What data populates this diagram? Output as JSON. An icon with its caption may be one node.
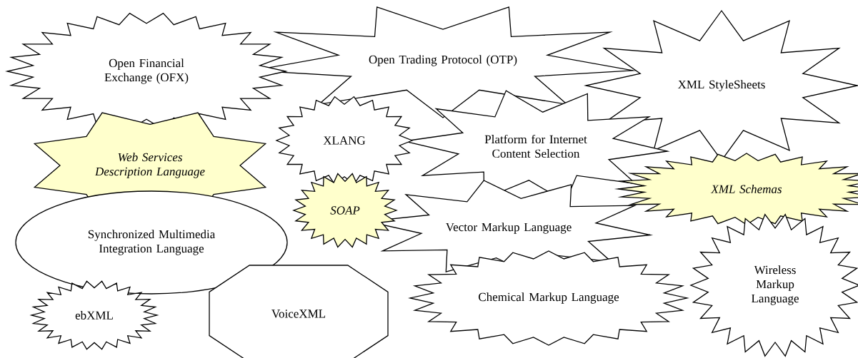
{
  "diagram": {
    "nodes": [
      {
        "text": [
          "Open Financial Exchange (OFX)"
        ]
      },
      {
        "text": [
          "Open Trading Protocol (OTP)"
        ]
      },
      {
        "text": [
          "XML StyleSheets"
        ]
      },
      {
        "text": [
          "Web Services Description Language"
        ]
      },
      {
        "text": [
          "XLANG"
        ]
      },
      {
        "text": [
          "Platform for Internet Content Selection"
        ]
      },
      {
        "text": [
          "XML Schemas"
        ]
      },
      {
        "text": [
          "SOAP"
        ]
      },
      {
        "text": [
          "Synchronized Multimedia Integration Language"
        ]
      },
      {
        "text": [
          "Vector Markup Language"
        ]
      },
      {
        "text": [
          "Wireless Markup Language"
        ]
      },
      {
        "text": [
          "ebXML"
        ]
      },
      {
        "text": [
          "VoiceXML"
        ]
      },
      {
        "text": [
          "Chemical Markup Language"
        ]
      }
    ]
  }
}
